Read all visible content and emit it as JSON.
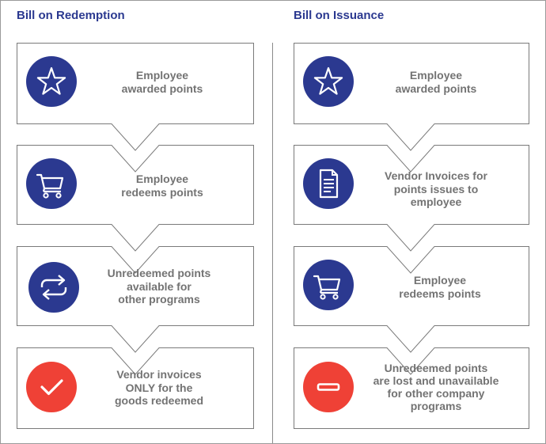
{
  "columns": [
    {
      "title": "Bill on Redemption",
      "steps": [
        {
          "icon": "star-icon",
          "color": "#2b3990",
          "text": "Employee\nawarded points"
        },
        {
          "icon": "cart-icon",
          "color": "#2b3990",
          "text": "Employee\nredeems points"
        },
        {
          "icon": "refresh-icon",
          "color": "#2b3990",
          "text": "Unredeemed points\navailable for\nother programs"
        },
        {
          "icon": "checkmark-icon",
          "color": "#ef4136",
          "text": "Vendor invoices\nONLY for the\ngoods redeemed"
        }
      ]
    },
    {
      "title": "Bill on Issuance",
      "steps": [
        {
          "icon": "star-icon",
          "color": "#2b3990",
          "text": "Employee\nawarded points"
        },
        {
          "icon": "document-icon",
          "color": "#2b3990",
          "text": "Vendor Invoices for\npoints issues to\nemployee"
        },
        {
          "icon": "cart-icon",
          "color": "#2b3990",
          "text": "Employee\nredeems points"
        },
        {
          "icon": "minus-icon",
          "color": "#ef4136",
          "text": "Unredeemed points\nare lost and unavailable\nfor other company\nprograms"
        }
      ]
    }
  ]
}
